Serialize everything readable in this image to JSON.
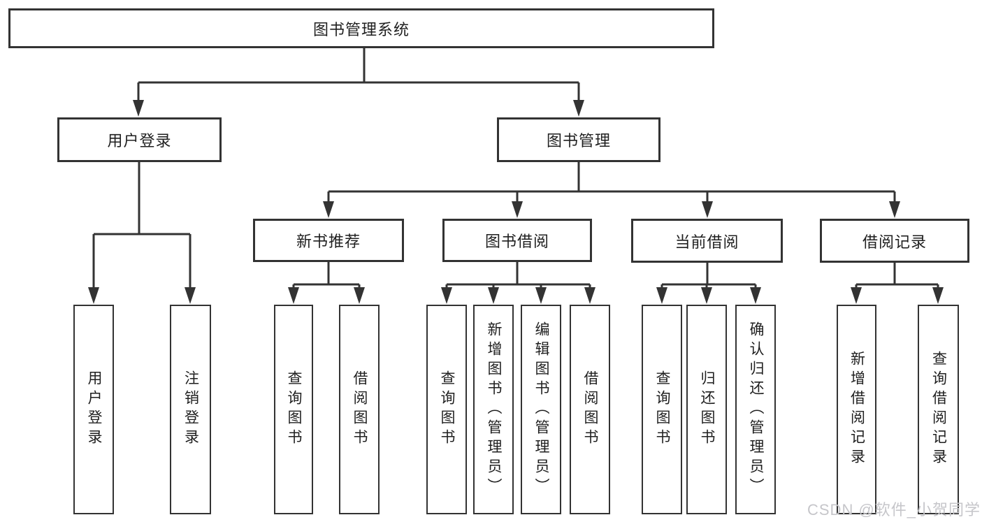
{
  "diagram_type": "hierarchy-tree",
  "tree": {
    "label": "图书管理系统",
    "children": [
      {
        "label": "用户登录",
        "children": [
          "用户登录",
          "注销登录"
        ]
      },
      {
        "label": "图书管理",
        "children": [
          {
            "label": "新书推荐",
            "children": [
              "查询图书",
              "借阅图书"
            ]
          },
          {
            "label": "图书借阅",
            "children": [
              "查询图书",
              "新增图书（管理员）",
              "编辑图书（管理员）",
              "借阅图书"
            ]
          },
          {
            "label": "当前借阅",
            "children": [
              "查询图书",
              "归还图书",
              "确认归还（管理员）"
            ]
          },
          {
            "label": "借阅记录",
            "children": [
              "新增借阅记录",
              "查询借阅记录"
            ]
          }
        ]
      }
    ]
  },
  "watermark": {
    "text": "CSDN @软件_小贺同学"
  },
  "colors": {
    "line": "#333333",
    "box_border": "#333333",
    "text": "#1f1f1f",
    "watermark": "#c6c6ca",
    "background": "#ffffff"
  }
}
